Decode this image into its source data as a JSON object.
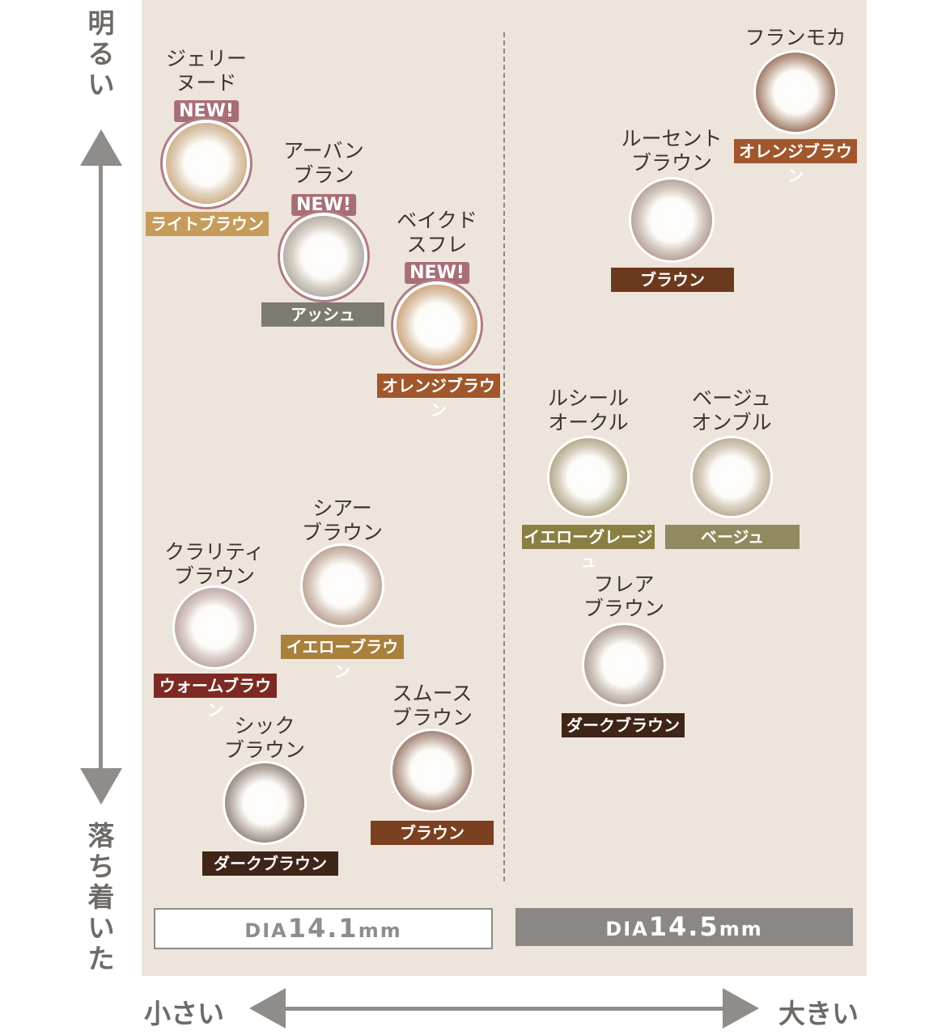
{
  "axes": {
    "top_label": "明るい",
    "bottom_label": "落ち着いた",
    "left_label": "小さい",
    "right_label": "大きい"
  },
  "diameters": {
    "small": {
      "prefix": "DIA",
      "value": "14.1",
      "unit": "mm"
    },
    "large": {
      "prefix": "DIA",
      "value": "14.5",
      "unit": "mm"
    }
  },
  "badge_text": "NEW!",
  "lenses": [
    {
      "name": "ジェリー\nヌード",
      "new": true,
      "tag": "ライトブラウン",
      "tag_color": "#c69c5c",
      "ring": "#c9a77a"
    },
    {
      "name": "アーバン\nブラン",
      "new": true,
      "tag": "アッシュ",
      "tag_color": "#7d7a6f",
      "ring": "#a7a398"
    },
    {
      "name": "ベイクド\nスフレ",
      "new": true,
      "tag": "オレンジブラウン",
      "tag_color": "#a0572c",
      "ring": "#c79a6c"
    },
    {
      "name": "フランモカ",
      "new": false,
      "tag": "オレンジブラウン",
      "tag_color": "#a0572c",
      "ring": "#8c5f48"
    },
    {
      "name": "ルーセント\nブラウン",
      "new": false,
      "tag": "ブラウン",
      "tag_color": "#6b3a1c",
      "ring": "#a9948a"
    },
    {
      "name": "ルシール\nオークル",
      "new": false,
      "tag": "イエローグレージュ",
      "tag_color": "#8a7f42",
      "ring": "#a59c7a"
    },
    {
      "name": "ベージュ\nオンブル",
      "new": false,
      "tag": "ベージュ",
      "tag_color": "#918960",
      "ring": "#b0a489"
    },
    {
      "name": "フレア\nブラウン",
      "new": false,
      "tag": "ダークブラウン",
      "tag_color": "#3f2418",
      "ring": "#a1928a"
    },
    {
      "name": "クラリティ\nブラウン",
      "new": false,
      "tag": "ウォームブラウン",
      "tag_color": "#7d2a24",
      "ring": "#b39ba0"
    },
    {
      "name": "シアー\nブラウン",
      "new": false,
      "tag": "イエローブラウン",
      "tag_color": "#a9803c",
      "ring": "#b2968a"
    },
    {
      "name": "シック\nブラウン",
      "new": false,
      "tag": "ダークブラウン",
      "tag_color": "#3f2418",
      "ring": "#817570"
    },
    {
      "name": "スムース\nブラウン",
      "new": false,
      "tag": "ブラウン",
      "tag_color": "#7a4020",
      "ring": "#8d6a5c"
    }
  ]
}
